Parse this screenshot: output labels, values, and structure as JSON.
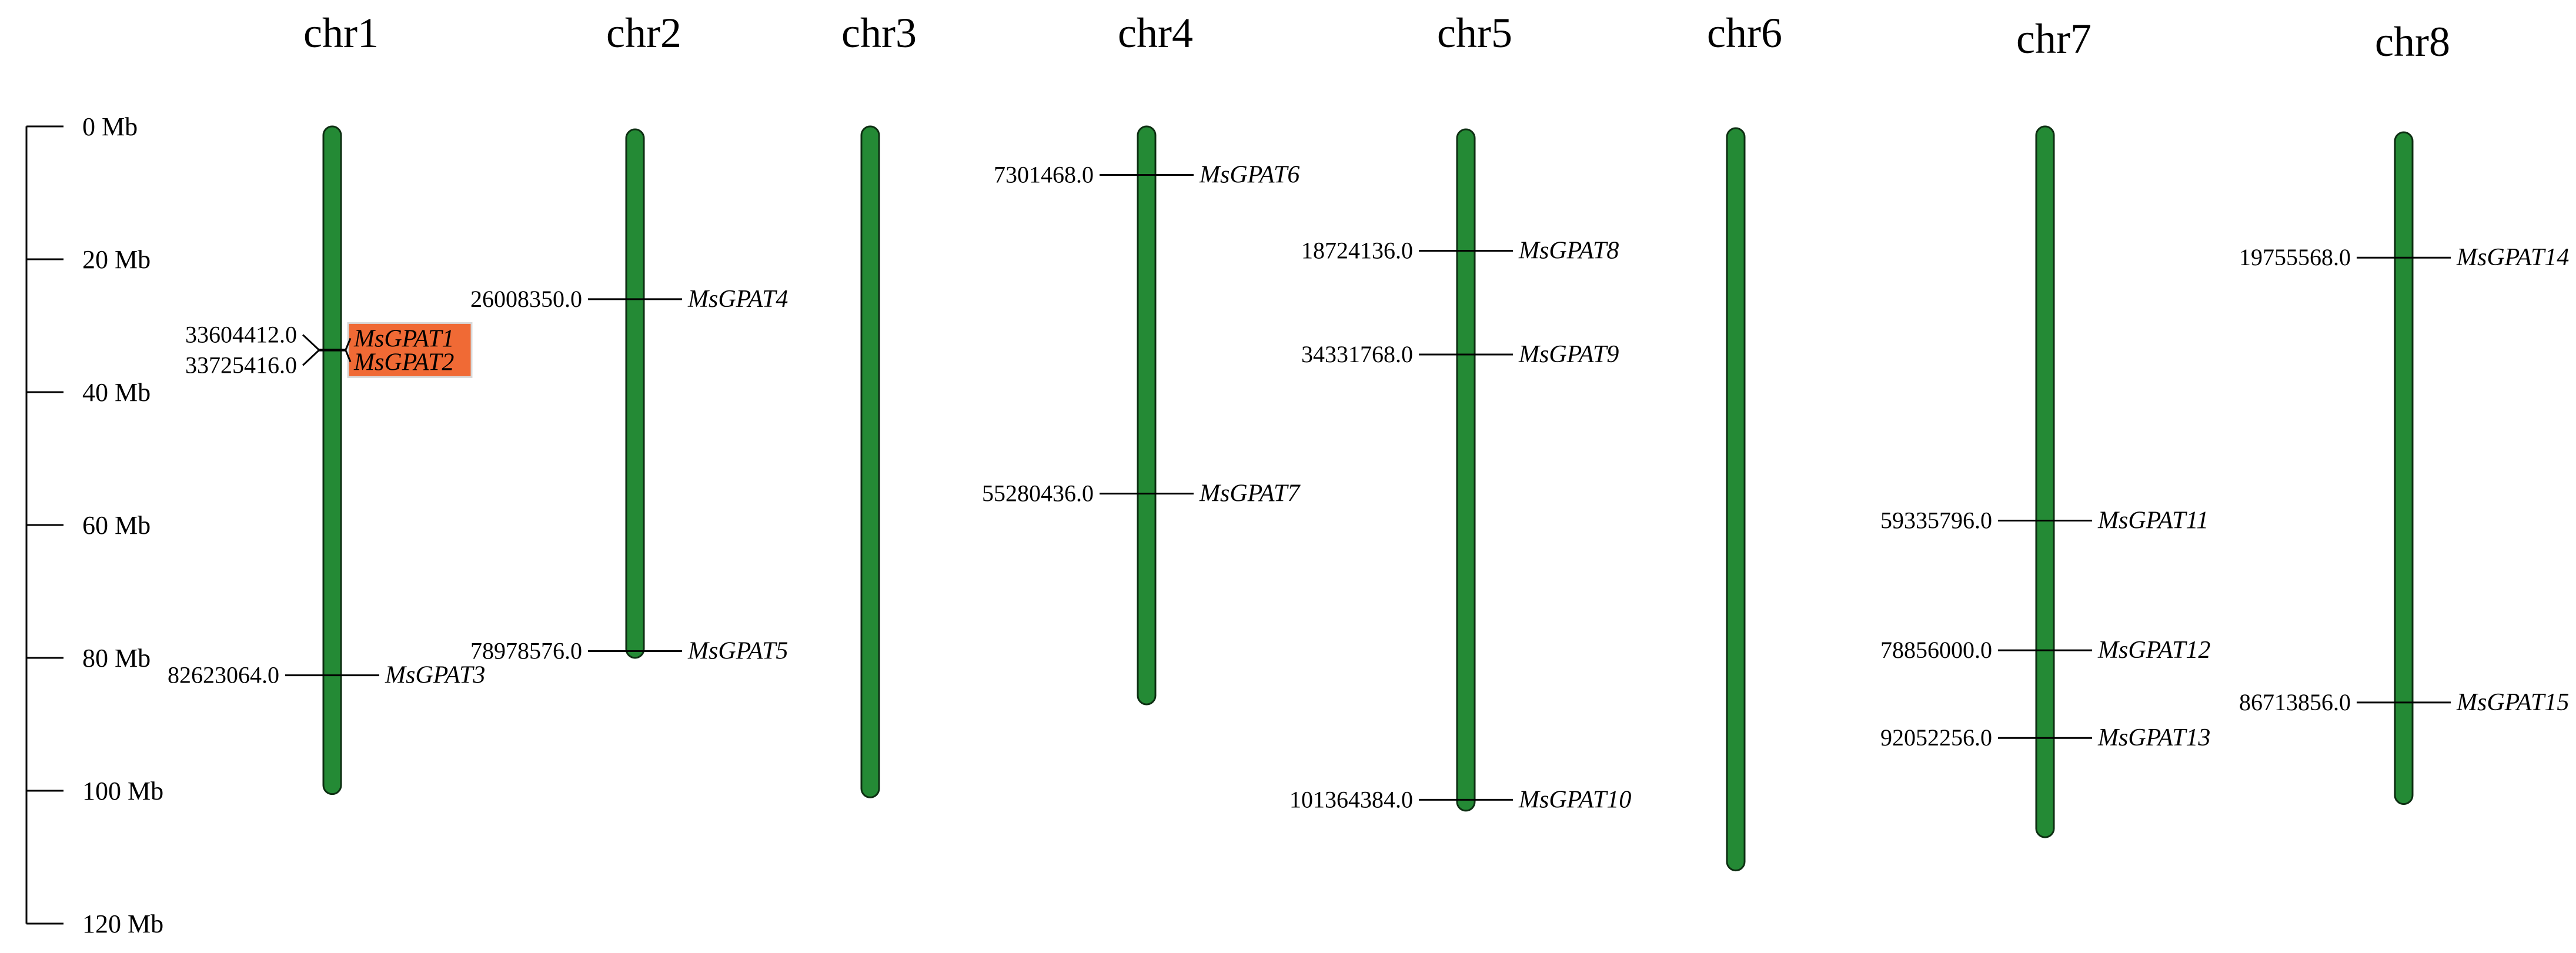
{
  "colors": {
    "chromosome_fill": "#248a35",
    "chromosome_stroke": "#0d2e12",
    "highlight_fill": "#f06a35",
    "highlight_stroke": "#d9d9d9",
    "line": "#000000",
    "text": "#000000"
  },
  "scale": {
    "min_mb": 0,
    "max_mb": 120,
    "ticks": [
      {
        "value": 0,
        "label": "0 Mb"
      },
      {
        "value": 20,
        "label": "20 Mb"
      },
      {
        "value": 40,
        "label": "40 Mb"
      },
      {
        "value": 60,
        "label": "60 Mb"
      },
      {
        "value": 80,
        "label": "80 Mb"
      },
      {
        "value": 100,
        "label": "100 Mb"
      },
      {
        "value": 120,
        "label": "120 Mb"
      }
    ]
  },
  "chromosomes": [
    {
      "name": "chr1",
      "length_mb": 100.5
    },
    {
      "name": "chr2",
      "length_mb": 80
    },
    {
      "name": "chr3",
      "length_mb": 101
    },
    {
      "name": "chr4",
      "length_mb": 87
    },
    {
      "name": "chr5",
      "length_mb": 103
    },
    {
      "name": "chr6",
      "length_mb": 112
    },
    {
      "name": "chr7",
      "length_mb": 107
    },
    {
      "name": "chr8",
      "length_mb": 102
    }
  ],
  "genes": [
    {
      "chr": "chr1",
      "position_label": "33604412.0",
      "name": "MsGPAT1",
      "highlight": true
    },
    {
      "chr": "chr1",
      "position_label": "33725416.0",
      "name": "MsGPAT2",
      "highlight": true
    },
    {
      "chr": "chr1",
      "position_label": "82623064.0",
      "name": "MsGPAT3",
      "highlight": false
    },
    {
      "chr": "chr2",
      "position_label": "26008350.0",
      "name": "MsGPAT4",
      "highlight": false
    },
    {
      "chr": "chr2",
      "position_label": "78978576.0",
      "name": "MsGPAT5",
      "highlight": false
    },
    {
      "chr": "chr4",
      "position_label": "7301468.0",
      "name": "MsGPAT6",
      "highlight": false
    },
    {
      "chr": "chr4",
      "position_label": "55280436.0",
      "name": "MsGPAT7",
      "highlight": false
    },
    {
      "chr": "chr5",
      "position_label": "18724136.0",
      "name": "MsGPAT8",
      "highlight": false
    },
    {
      "chr": "chr5",
      "position_label": "34331768.0",
      "name": "MsGPAT9",
      "highlight": false
    },
    {
      "chr": "chr5",
      "position_label": "101364384.0",
      "name": "MsGPAT10",
      "highlight": false
    },
    {
      "chr": "chr7",
      "position_label": "59335796.0",
      "name": "MsGPAT11",
      "highlight": false
    },
    {
      "chr": "chr7",
      "position_label": "78856000.0",
      "name": "MsGPAT12",
      "highlight": false
    },
    {
      "chr": "chr7",
      "position_label": "92052256.0",
      "name": "MsGPAT13",
      "highlight": false
    },
    {
      "chr": "chr8",
      "position_label": "19755568.0",
      "name": "MsGPAT14",
      "highlight": false
    },
    {
      "chr": "chr8",
      "position_label": "86713856.0",
      "name": "MsGPAT15",
      "highlight": false
    }
  ]
}
